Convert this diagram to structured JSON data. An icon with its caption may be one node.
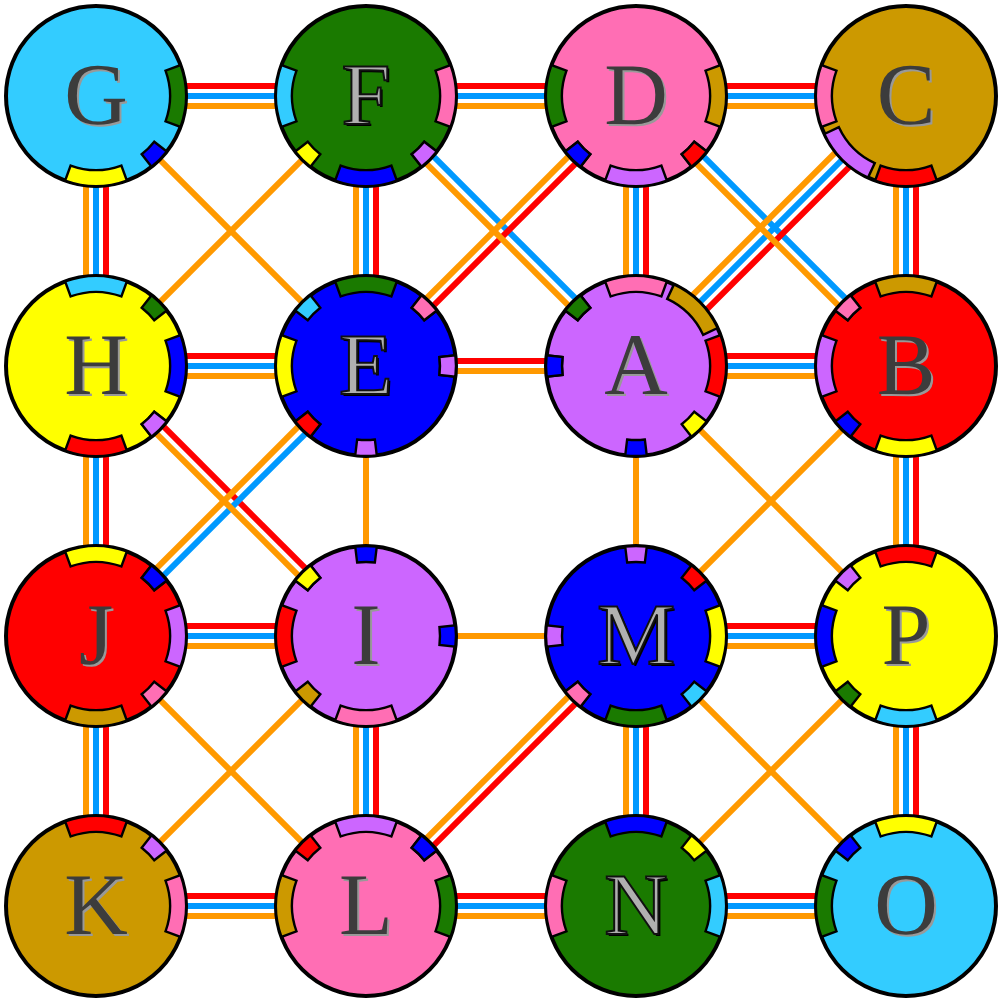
{
  "diagram": {
    "nodes": [
      {
        "text": [
          "G"
        ]
      },
      {
        "text": [
          "F"
        ]
      },
      {
        "text": [
          "D"
        ]
      },
      {
        "text": [
          "C"
        ]
      },
      {
        "text": [
          "H"
        ]
      },
      {
        "text": [
          "E"
        ]
      },
      {
        "text": [
          "A"
        ]
      },
      {
        "text": [
          "B"
        ]
      },
      {
        "text": [
          "J"
        ]
      },
      {
        "text": [
          "I"
        ]
      },
      {
        "text": [
          "M"
        ]
      },
      {
        "text": [
          "P"
        ]
      },
      {
        "text": [
          "K"
        ]
      },
      {
        "text": [
          "L"
        ]
      },
      {
        "text": [
          "N"
        ]
      },
      {
        "text": [
          "O"
        ]
      }
    ],
    "edges": [
      {
        "from": 0,
        "to": 1,
        "arrow": "none"
      },
      {
        "from": 1,
        "to": 2,
        "arrow": "none"
      },
      {
        "from": 2,
        "to": 3,
        "arrow": "none"
      },
      {
        "from": 4,
        "to": 5,
        "arrow": "none"
      },
      {
        "from": 5,
        "to": 6,
        "arrow": "none",
        "color": "#ff0000"
      },
      {
        "from": 6,
        "to": 7,
        "arrow": "none"
      },
      {
        "from": 8,
        "to": 9,
        "arrow": "none"
      },
      {
        "from": 9,
        "to": 10,
        "arrow": "none",
        "color": "#ff9900"
      },
      {
        "from": 10,
        "to": 11,
        "arrow": "none"
      },
      {
        "from": 12,
        "to": 13,
        "arrow": "none"
      },
      {
        "from": 13,
        "to": 14,
        "arrow": "none"
      },
      {
        "from": 14,
        "to": 15,
        "arrow": "none"
      },
      {
        "from": 0,
        "to": 4,
        "arrow": "none"
      },
      {
        "from": 1,
        "to": 5,
        "arrow": "none"
      },
      {
        "from": 2,
        "to": 6,
        "arrow": "none"
      },
      {
        "from": 3,
        "to": 7,
        "arrow": "none"
      },
      {
        "from": 4,
        "to": 8,
        "arrow": "none"
      },
      {
        "from": 5,
        "to": 9,
        "arrow": "none",
        "color": "#ff9900"
      },
      {
        "from": 6,
        "to": 10,
        "arrow": "none",
        "color": "#ff9900"
      },
      {
        "from": 7,
        "to": 11,
        "arrow": "none"
      },
      {
        "from": 8,
        "to": 12,
        "arrow": "none"
      },
      {
        "from": 9,
        "to": 13,
        "arrow": "none"
      },
      {
        "from": 10,
        "to": 14,
        "arrow": "none"
      },
      {
        "from": 11,
        "to": 15,
        "arrow": "none"
      },
      {
        "from": 0,
        "to": 5,
        "arrow": "none",
        "color": "#ff9900"
      },
      {
        "from": 1,
        "to": 4,
        "arrow": "none",
        "color": "#ff9900"
      },
      {
        "from": 1,
        "to": 6,
        "arrow": "none",
        "color": "#0099ff"
      },
      {
        "from": 2,
        "to": 5,
        "arrow": "none",
        "color": "#ff0000"
      },
      {
        "from": 2,
        "to": 7,
        "arrow": "none",
        "color": "#0099ff"
      },
      {
        "from": 3,
        "to": 6,
        "arrow": "none"
      },
      {
        "from": 4,
        "to": 9,
        "arrow": "none",
        "color": "#ff0000"
      },
      {
        "from": 5,
        "to": 8,
        "arrow": "none",
        "color": "#0099ff"
      },
      {
        "from": 6,
        "to": 11,
        "arrow": "none",
        "color": "#ff9900"
      },
      {
        "from": 7,
        "to": 10,
        "arrow": "none",
        "color": "#ff9900"
      },
      {
        "from": 8,
        "to": 13,
        "arrow": "none",
        "color": "#ff9900"
      },
      {
        "from": 9,
        "to": 12,
        "arrow": "none",
        "color": "#ff9900"
      },
      {
        "from": 10,
        "to": 13,
        "arrow": "none",
        "color": "#ff0000"
      },
      {
        "from": 10,
        "to": 15,
        "arrow": "none",
        "color": "#ff9900"
      },
      {
        "from": 11,
        "to": 14,
        "arrow": "none",
        "color": "#ff9900"
      },
      {
        "from": 5,
        "to": 6,
        "arrow": "none",
        "color": "#ff9900"
      },
      {
        "from": 1,
        "to": 6,
        "arrow": "none",
        "color": "#ff9900"
      },
      {
        "from": 2,
        "to": 5,
        "arrow": "none",
        "color": "#ff9900"
      },
      {
        "from": 2,
        "to": 7,
        "arrow": "none",
        "color": "#ff9900"
      },
      {
        "from": 4,
        "to": 9,
        "arrow": "none",
        "color": "#ff9900"
      },
      {
        "from": 5,
        "to": 8,
        "arrow": "none",
        "color": "#ff9900"
      },
      {
        "from": 10,
        "to": 13,
        "arrow": "none",
        "color": "#ff9900"
      }
    ]
  }
}
